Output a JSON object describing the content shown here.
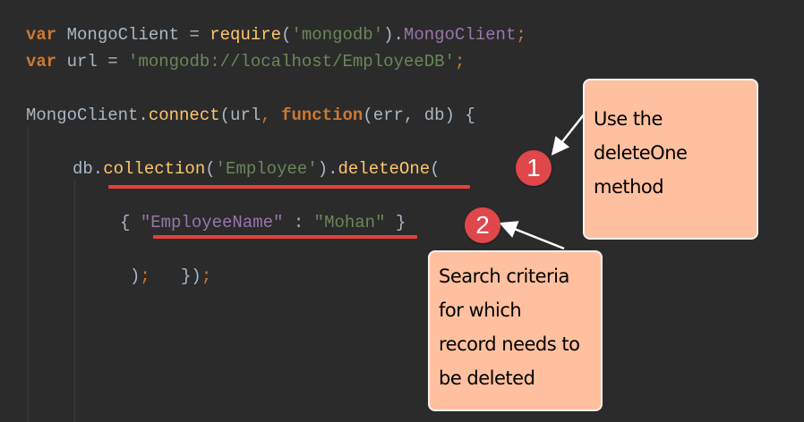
{
  "editor": {
    "background": "#2b2b2b",
    "lines": {
      "l1": {
        "kw": "var",
        "name": " MongoClient = ",
        "fn": "require",
        "p1": "(",
        "str": "'mongodb'",
        "p2": ").",
        "prop": "MongoClient",
        "semi": ";"
      },
      "l2": {
        "kw": "var",
        "name": " url = ",
        "str": "'mongodb://localhost/EmployeeDB'",
        "semi": ";"
      },
      "l3": {
        "obj": "MongoClient.",
        "fn": "connect",
        "p1": "(url",
        "comma": ",",
        "sp": " ",
        "kw": "function",
        "args": "(err, db) {"
      },
      "l4": {
        "obj": "db.",
        "fn": "collection",
        "p1": "(",
        "str": "'Employee'",
        "p2": ").",
        "fn2": "deleteOne",
        "p3": "("
      },
      "l5": {
        "open": "{ ",
        "key": "\"EmployeeName\"",
        "colon": " : ",
        "val": "\"Mohan\"",
        "close": " }"
      },
      "l6": {
        "paren": ")",
        "semi": ";",
        "gap": "   ",
        "brace": "})",
        "semi2": ";"
      }
    }
  },
  "annotations": {
    "badge1": "1",
    "badge2": "2",
    "callout1": [
      "Use the",
      "deleteOne",
      "method"
    ],
    "callout2": [
      "Search criteria",
      "for which",
      "record needs to",
      "be deleted"
    ],
    "underline_color": "#e5403a",
    "badge_color": "#e0474a",
    "callout_color": "#ffc09f"
  }
}
